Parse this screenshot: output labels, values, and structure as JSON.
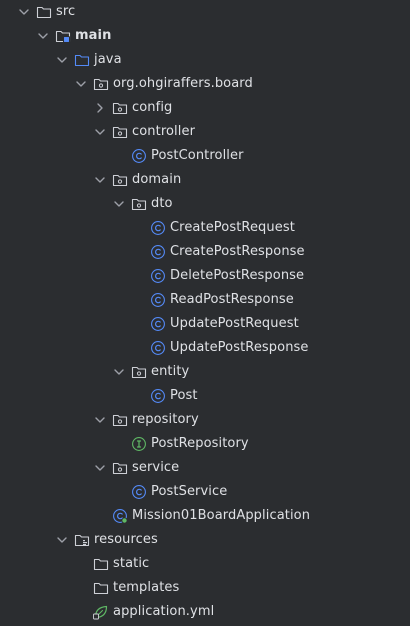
{
  "tree": [
    {
      "label": "src",
      "depth": 0,
      "expander": "expanded",
      "icon": "folder-icon"
    },
    {
      "label": "main",
      "depth": 1,
      "expander": "expanded",
      "icon": "folder-module-icon",
      "bold": true
    },
    {
      "label": "java",
      "depth": 2,
      "expander": "expanded",
      "icon": "folder-source-icon"
    },
    {
      "label": "org.ohgiraffers.board",
      "depth": 3,
      "expander": "expanded",
      "icon": "package-icon"
    },
    {
      "label": "config",
      "depth": 4,
      "expander": "collapsed",
      "icon": "package-icon"
    },
    {
      "label": "controller",
      "depth": 4,
      "expander": "expanded",
      "icon": "package-icon"
    },
    {
      "label": "PostController",
      "depth": 5,
      "expander": "none",
      "icon": "class-icon"
    },
    {
      "label": "domain",
      "depth": 4,
      "expander": "expanded",
      "icon": "package-icon"
    },
    {
      "label": "dto",
      "depth": 5,
      "expander": "expanded",
      "icon": "package-icon"
    },
    {
      "label": "CreatePostRequest",
      "depth": 6,
      "expander": "none",
      "icon": "class-icon"
    },
    {
      "label": "CreatePostResponse",
      "depth": 6,
      "expander": "none",
      "icon": "class-icon"
    },
    {
      "label": "DeletePostResponse",
      "depth": 6,
      "expander": "none",
      "icon": "class-icon"
    },
    {
      "label": "ReadPostResponse",
      "depth": 6,
      "expander": "none",
      "icon": "class-icon"
    },
    {
      "label": "UpdatePostRequest",
      "depth": 6,
      "expander": "none",
      "icon": "class-icon"
    },
    {
      "label": "UpdatePostResponse",
      "depth": 6,
      "expander": "none",
      "icon": "class-icon"
    },
    {
      "label": "entity",
      "depth": 5,
      "expander": "expanded",
      "icon": "package-icon"
    },
    {
      "label": "Post",
      "depth": 6,
      "expander": "none",
      "icon": "class-icon"
    },
    {
      "label": "repository",
      "depth": 4,
      "expander": "expanded",
      "icon": "package-icon"
    },
    {
      "label": "PostRepository",
      "depth": 5,
      "expander": "none",
      "icon": "interface-icon"
    },
    {
      "label": "service",
      "depth": 4,
      "expander": "expanded",
      "icon": "package-icon"
    },
    {
      "label": "PostService",
      "depth": 5,
      "expander": "none",
      "icon": "class-icon"
    },
    {
      "label": "Mission01BoardApplication",
      "depth": 4,
      "expander": "none",
      "icon": "spring-boot-class-icon"
    },
    {
      "label": "resources",
      "depth": 2,
      "expander": "expanded",
      "icon": "folder-resources-icon"
    },
    {
      "label": "static",
      "depth": 3,
      "expander": "none",
      "icon": "folder-icon"
    },
    {
      "label": "templates",
      "depth": 3,
      "expander": "none",
      "icon": "folder-icon"
    },
    {
      "label": "application.yml",
      "depth": 3,
      "expander": "none",
      "icon": "spring-yml-icon"
    }
  ],
  "colors": {
    "background": "#2b2d30",
    "text": "#dfe1e5",
    "chevron": "#9da0a8",
    "folder_stroke": "#ced0d6",
    "source_folder": "#548af7",
    "class_icon": "#548af7",
    "interface_icon": "#5fb865",
    "spring": "#5fb865"
  }
}
